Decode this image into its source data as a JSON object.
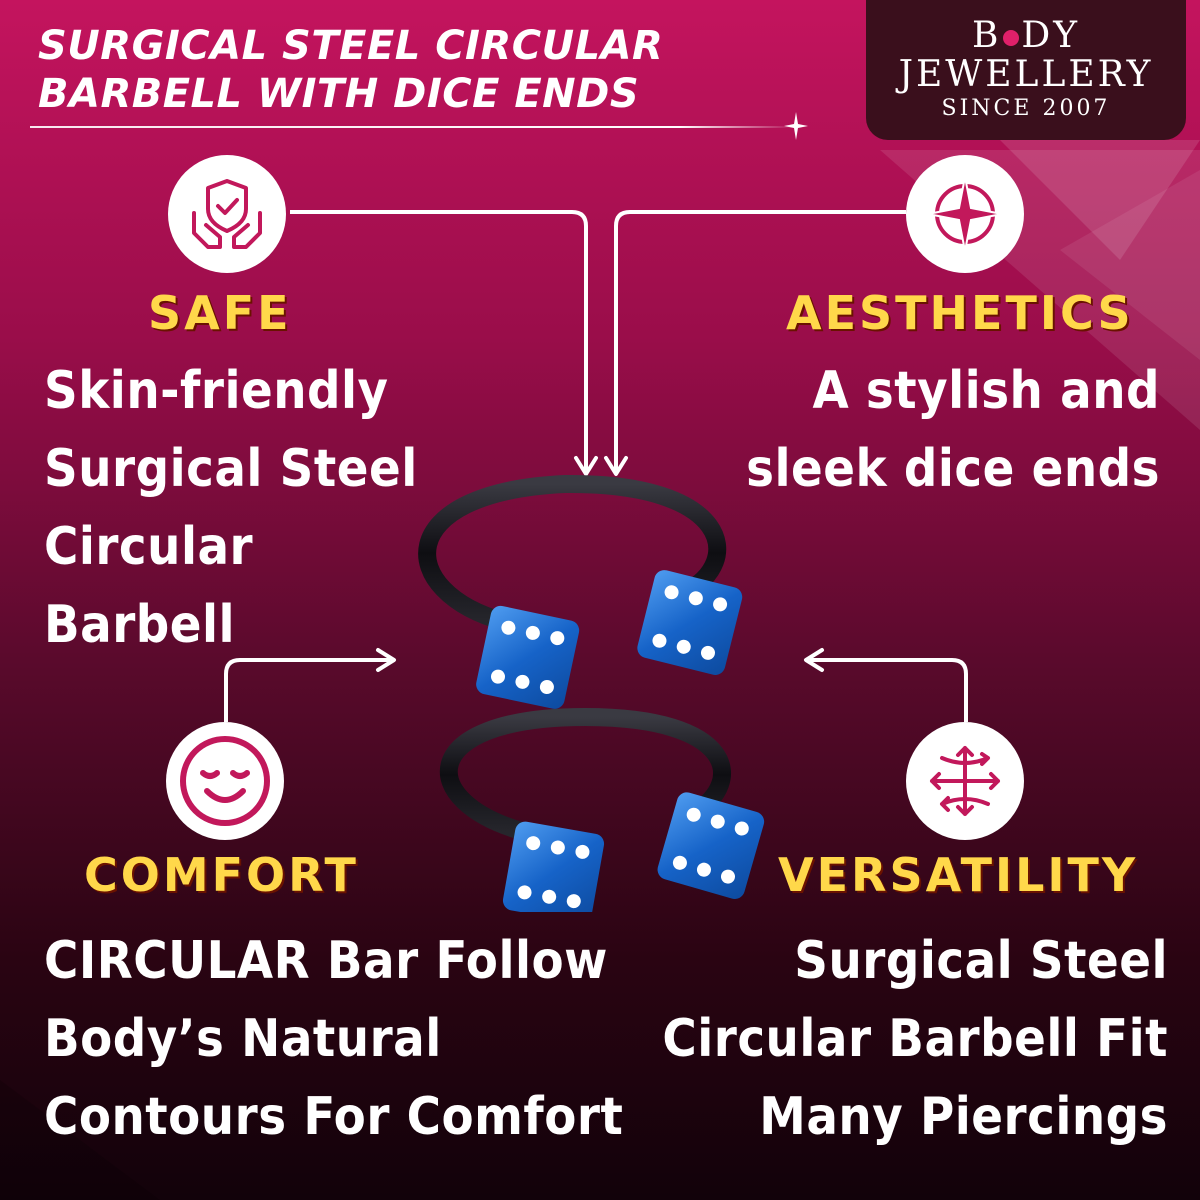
{
  "title": "SURGICAL STEEL CIRCULAR\nBARBELL WITH DICE ENDS",
  "brand": {
    "line1_a": "B",
    "line1_b": "DY",
    "line2": "JEWELLERY",
    "line3": "SINCE 2007"
  },
  "features": [
    {
      "key": "safe",
      "heading": "SAFE",
      "icon": "hands-shield-check-icon",
      "text": "Skin-friendly\nSurgical Steel\nCircular\nBarbell"
    },
    {
      "key": "aesthetics",
      "heading": "AESTHETICS",
      "icon": "four-point-star-icon",
      "text": "A stylish and\nsleek dice ends"
    },
    {
      "key": "comfort",
      "heading": "COMFORT",
      "icon": "smiling-face-icon",
      "text": "CIRCULAR Bar Follow\nBody’s Natural\nContours For Comfort"
    },
    {
      "key": "versatility",
      "heading": "VERSATILITY",
      "icon": "multi-direction-arrows-icon",
      "text": "Surgical Steel\nCircular Barbell Fit\nMany Piercings"
    }
  ],
  "colors": {
    "accent": "#c2185b",
    "heading": "#ffd84a",
    "dice": "#1e6fd6",
    "ring": "#151518"
  }
}
